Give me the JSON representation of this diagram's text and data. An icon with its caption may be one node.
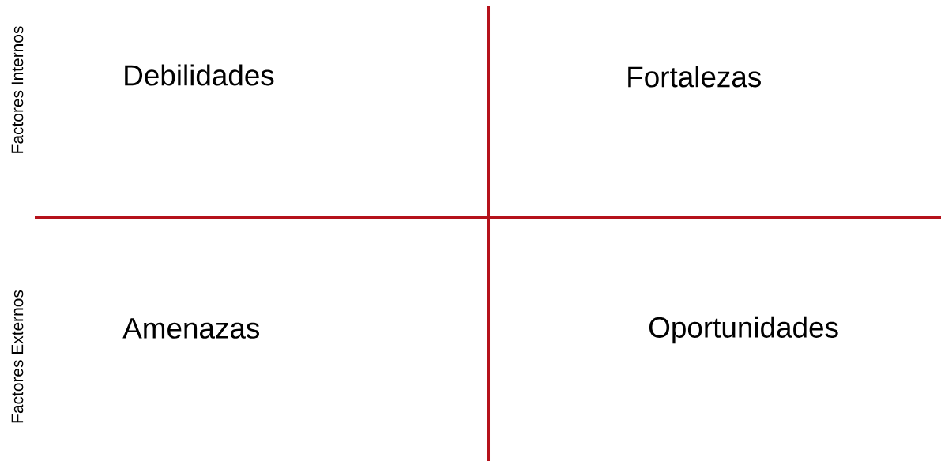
{
  "diagram": {
    "labels": [
      "Factores Internos",
      "Debilidades",
      "Fortalezas",
      "Factores Externos",
      "Amenazas",
      "Oportunidades"
    ]
  }
}
